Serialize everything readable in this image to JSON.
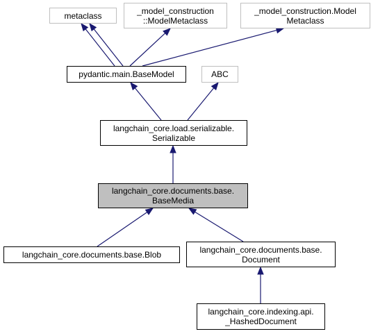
{
  "colors": {
    "edge": "#191970",
    "node_border": "#000000",
    "external_border": "#bfbfbf",
    "current_fill": "#bfbfbf"
  },
  "nodes": {
    "metaclass": {
      "lines": [
        "metaclass"
      ]
    },
    "model_metaclass": {
      "lines": [
        "_model_construction",
        "::ModelMetaclass"
      ]
    },
    "model_metaclass_dotted": {
      "lines": [
        "_model_construction.Model",
        "Metaclass"
      ]
    },
    "base_model": {
      "lines": [
        "pydantic.main.BaseModel"
      ]
    },
    "abc": {
      "lines": [
        "ABC"
      ]
    },
    "serializable": {
      "lines": [
        "langchain_core.load.serializable.",
        "Serializable"
      ]
    },
    "base_media": {
      "lines": [
        "langchain_core.documents.base.",
        "BaseMedia"
      ]
    },
    "blob": {
      "lines": [
        "langchain_core.documents.base.Blob"
      ]
    },
    "document": {
      "lines": [
        "langchain_core.documents.base.",
        "Document"
      ]
    },
    "hashed_document": {
      "lines": [
        "langchain_core.indexing.api.",
        "_HashedDocument"
      ]
    }
  }
}
